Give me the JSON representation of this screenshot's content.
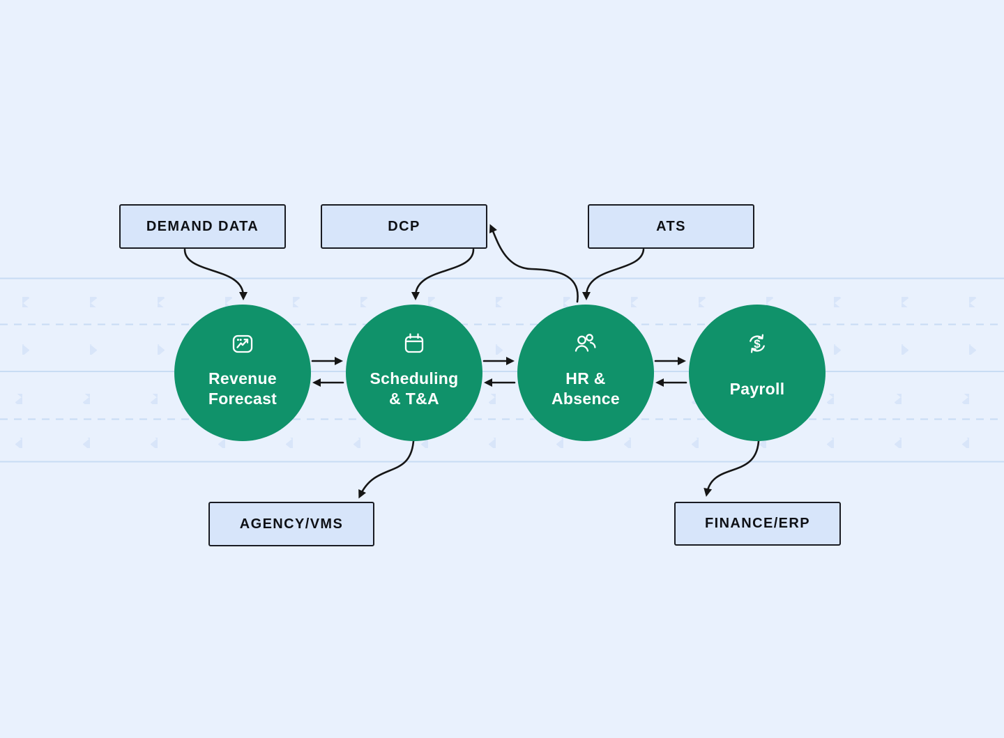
{
  "diagram": {
    "top_boxes": [
      {
        "id": "demand-data",
        "label": "DEMAND DATA"
      },
      {
        "id": "dcp",
        "label": "DCP"
      },
      {
        "id": "ats",
        "label": "ATS"
      }
    ],
    "process_circles": [
      {
        "id": "revenue-forecast",
        "label": "Revenue\nForecast",
        "icon": "trend-chart-icon"
      },
      {
        "id": "scheduling-ta",
        "label": "Scheduling\n& T&A",
        "icon": "calendar-icon"
      },
      {
        "id": "hr-absence",
        "label": "HR &\nAbsence",
        "icon": "users-icon"
      },
      {
        "id": "payroll",
        "label": "Payroll",
        "icon": "dollar-refresh-icon"
      }
    ],
    "bottom_boxes": [
      {
        "id": "agency-vms",
        "label": "AGENCY/VMS"
      },
      {
        "id": "finance-erp",
        "label": "FINANCE/ERP"
      }
    ],
    "flows": [
      {
        "from": "DEMAND DATA",
        "to": "Revenue Forecast"
      },
      {
        "from": "DCP",
        "to": "Scheduling & T&A"
      },
      {
        "from": "ATS",
        "to": "HR & Absence"
      },
      {
        "from": "HR & Absence",
        "to": "DCP"
      },
      {
        "from": "Revenue Forecast",
        "to": "Scheduling & T&A",
        "bidirectional": true
      },
      {
        "from": "Scheduling & T&A",
        "to": "HR & Absence",
        "bidirectional": true
      },
      {
        "from": "HR & Absence",
        "to": "Payroll",
        "bidirectional": true
      },
      {
        "from": "Scheduling & T&A",
        "to": "AGENCY/VMS"
      },
      {
        "from": "Payroll",
        "to": "FINANCE/ERP"
      }
    ]
  },
  "colors": {
    "background": "#E9F1FD",
    "band-line": "#C8DCF4",
    "chevron": "#D8E5F9",
    "node-green": "#10926A",
    "box-fill": "#D7E5FA",
    "box-border": "#191B22",
    "box-text": "#0E1015",
    "connector": "#161616",
    "circle-text": "#FFFFFF"
  }
}
